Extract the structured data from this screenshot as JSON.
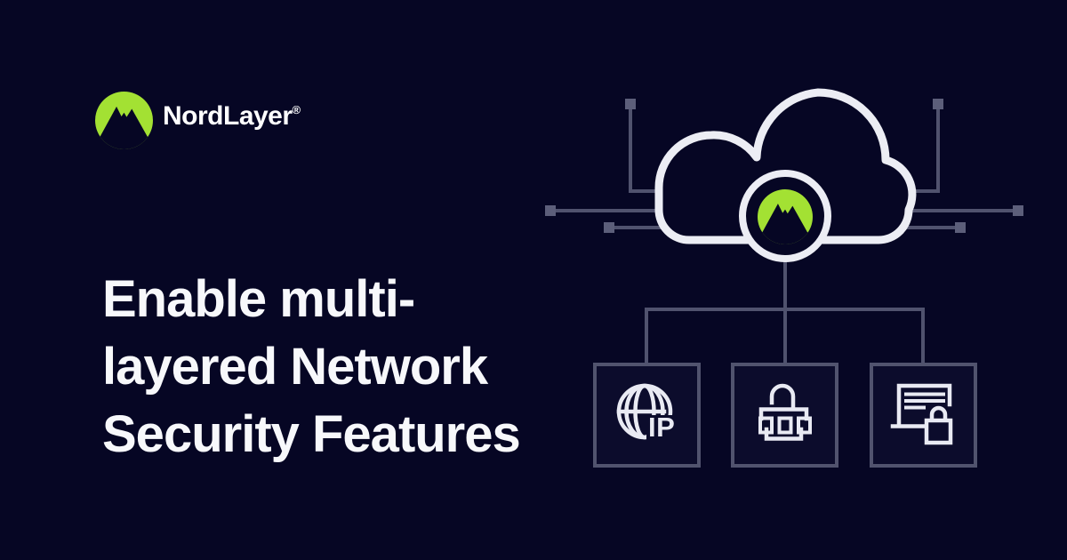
{
  "brand": {
    "name": "NordLayer",
    "registered": "®"
  },
  "headline": {
    "line1": "Enable multi-",
    "line2": "layered Network",
    "line3": "Security Features"
  },
  "illustration": {
    "description": "Cloud with NordLayer badge connected by circuit lines to three feature boxes",
    "ip_label": "IP",
    "icons": [
      "cloud-network",
      "nordlayer-badge",
      "dedicated-ip-globe",
      "password-credentials-lock",
      "secure-document-lock"
    ]
  },
  "colors": {
    "background": "#060624",
    "brand_green": "#a3e133",
    "foreground": "#f2f3f8",
    "line_slate": "#50526e",
    "node_slate": "#5c5e7a",
    "box_fill": "#0c0c2c"
  }
}
